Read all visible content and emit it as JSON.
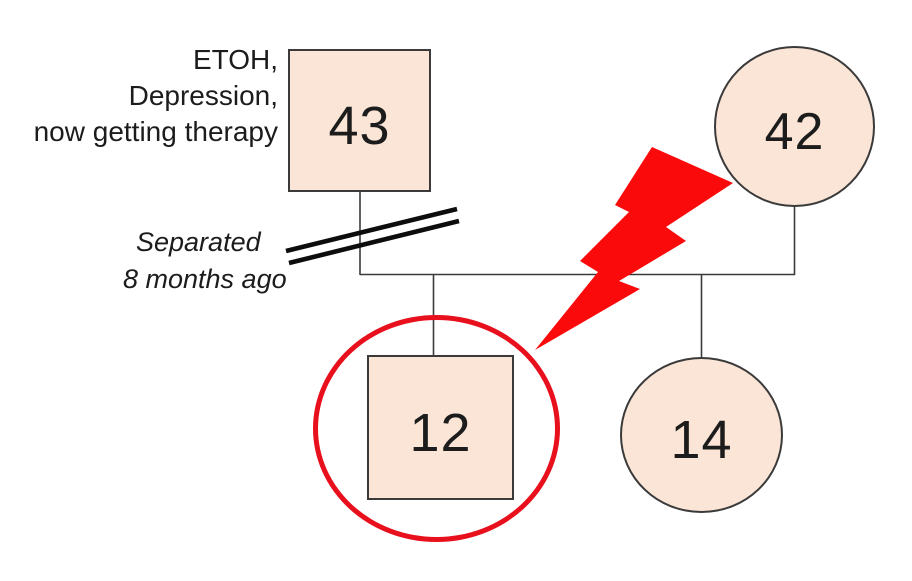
{
  "genogram": {
    "father": {
      "age": "43",
      "shape": "square"
    },
    "mother": {
      "age": "42",
      "shape": "circle"
    },
    "son": {
      "age": "12",
      "shape": "square",
      "highlighted": true
    },
    "daughter": {
      "age": "14",
      "shape": "circle"
    },
    "father_annotation": {
      "line1": "ETOH,",
      "line2": "Depression,",
      "line3": "now getting therapy"
    },
    "separation_note": {
      "line1": "Separated",
      "line2": "8 months ago"
    },
    "colors": {
      "person_fill": "#fbe5d6",
      "person_border": "#3a3a3a",
      "connector_line": "#3a3a3a",
      "separation_marks": "#0d0d0d",
      "conflict_bolt": "#fa0a0a",
      "highlight_ring": "#e8101c",
      "background": "#ffffff",
      "text": "#1c1c1c"
    }
  }
}
